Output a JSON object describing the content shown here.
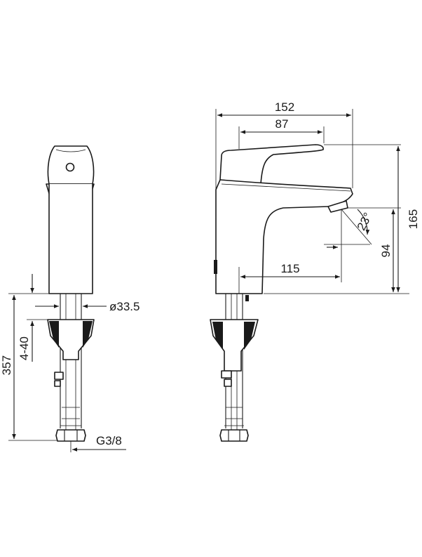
{
  "dimensions": {
    "overall_length": "152",
    "lever_length": "87",
    "overall_height": "165",
    "spout_height": "94",
    "spout_reach": "115",
    "lever_angle": "23°",
    "hole_diameter": "ø33.5",
    "deck_thickness": "4-40",
    "hose_length": "357",
    "connection_thread": "G3/8"
  }
}
